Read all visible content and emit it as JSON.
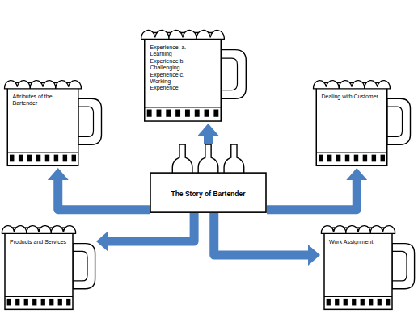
{
  "diagram": {
    "nodes": [
      {
        "text": [
          "Experience: a. Learning Experience b. Challenging Experience c. Working Experience"
        ]
      },
      {
        "text": [
          "Attributes of the Bartender"
        ]
      },
      {
        "text": [
          "Dealing with Customer"
        ]
      },
      {
        "text": [
          "The Story of Bartender"
        ]
      },
      {
        "text": [
          "Products and Services"
        ]
      },
      {
        "text": [
          "Work Assignment"
        ]
      }
    ],
    "edges": [
      {
        "from": 3,
        "to": 0,
        "arrow": "to"
      },
      {
        "from": 3,
        "to": 1,
        "arrow": "to"
      },
      {
        "from": 3,
        "to": 2,
        "arrow": "to"
      },
      {
        "from": 3,
        "to": 4,
        "arrow": "to"
      },
      {
        "from": 3,
        "to": 5,
        "arrow": "to"
      }
    ]
  }
}
